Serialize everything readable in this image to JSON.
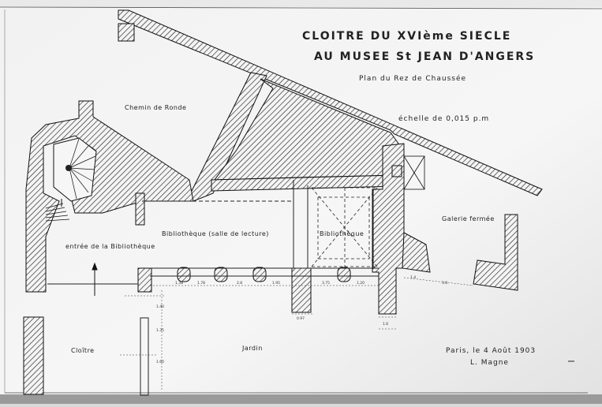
{
  "document": {
    "title_line1": "CLOITRE DU XVIème SIECLE",
    "title_line2": "AU MUSEE St JEAN D'ANGERS",
    "subtitle": "Plan du Rez de Chaussée",
    "scale": "échelle de 0,015 p.m",
    "labels": {
      "chemin_de_ronde": "Chemin de Ronde",
      "entree_bibliotheque": "entrée de la Bibliothèque",
      "bibliotheque": "Bibliothèque (salle de lecture)",
      "bibliotheque_2": "Bibliothèque",
      "galerie_ferme": "Galerie fermée",
      "cloitre": "Cloître",
      "jardin": "Jardin"
    },
    "signature": {
      "place_date": "Paris, le 4 Août 1903",
      "author": "L. Magne"
    },
    "dimensions": [
      "1.38",
      "1.78",
      "2.8",
      "1.95",
      "3.75",
      "1.20",
      "1.40",
      "1.35",
      "1.60",
      "0.97",
      "1.6",
      "1.4",
      "3.0"
    ]
  }
}
